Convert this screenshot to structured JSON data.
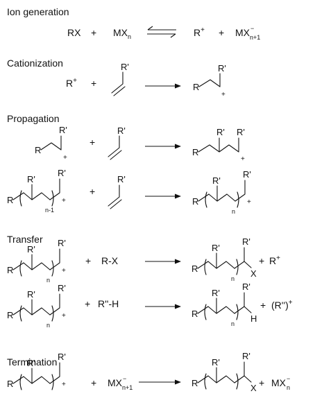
{
  "sections": {
    "ion_generation": "Ion generation",
    "cationization": "Cationization",
    "propagation": "Propagation",
    "transfer": "Transfer",
    "termination": "Termination"
  },
  "symbols": {
    "plus": "+",
    "R": "R",
    "R_prime": "R'",
    "X": "X",
    "H": "H",
    "RX": "RX",
    "MX": "MX",
    "n": "n",
    "n_minus_1": "n-1",
    "n_plus_1": "n+1",
    "minus": "−",
    "R_plus": "R",
    "R_X": "R-X",
    "R2_H": "R''-H",
    "R2_cation": "(R'')"
  }
}
